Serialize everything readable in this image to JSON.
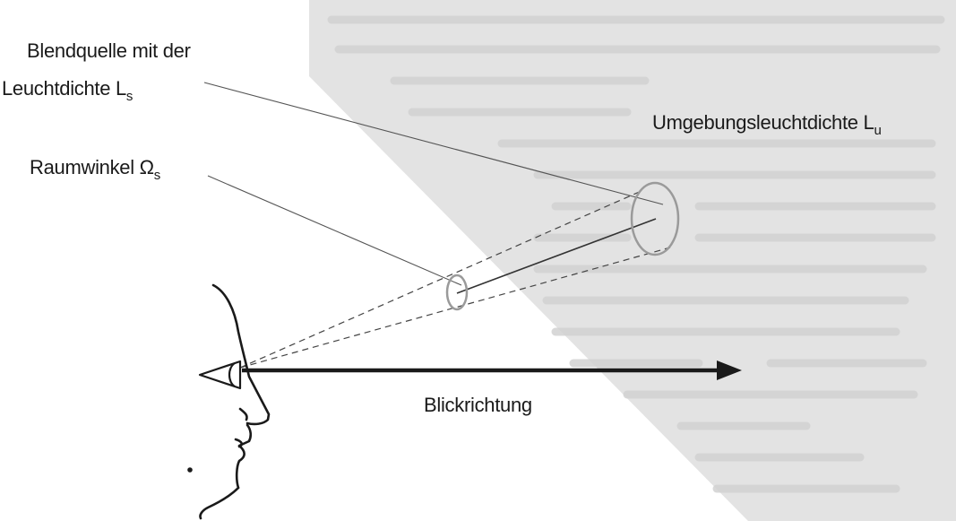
{
  "labels": {
    "glare_source_line1": "Blendquelle mit der",
    "glare_source_line2": "Leuchtdichte L",
    "glare_source_sub": "s",
    "solid_angle": "Raumwinkel Ω",
    "solid_angle_sub": "s",
    "surround_luminance": "Umgebungsleuchtdichte L",
    "surround_luminance_sub": "u",
    "gaze_direction": "Blickrichtung"
  },
  "colors": {
    "background_panel": "#e3e3e3",
    "ink": "#1a1a1a",
    "ellipse_stroke": "#9a9a9a"
  }
}
